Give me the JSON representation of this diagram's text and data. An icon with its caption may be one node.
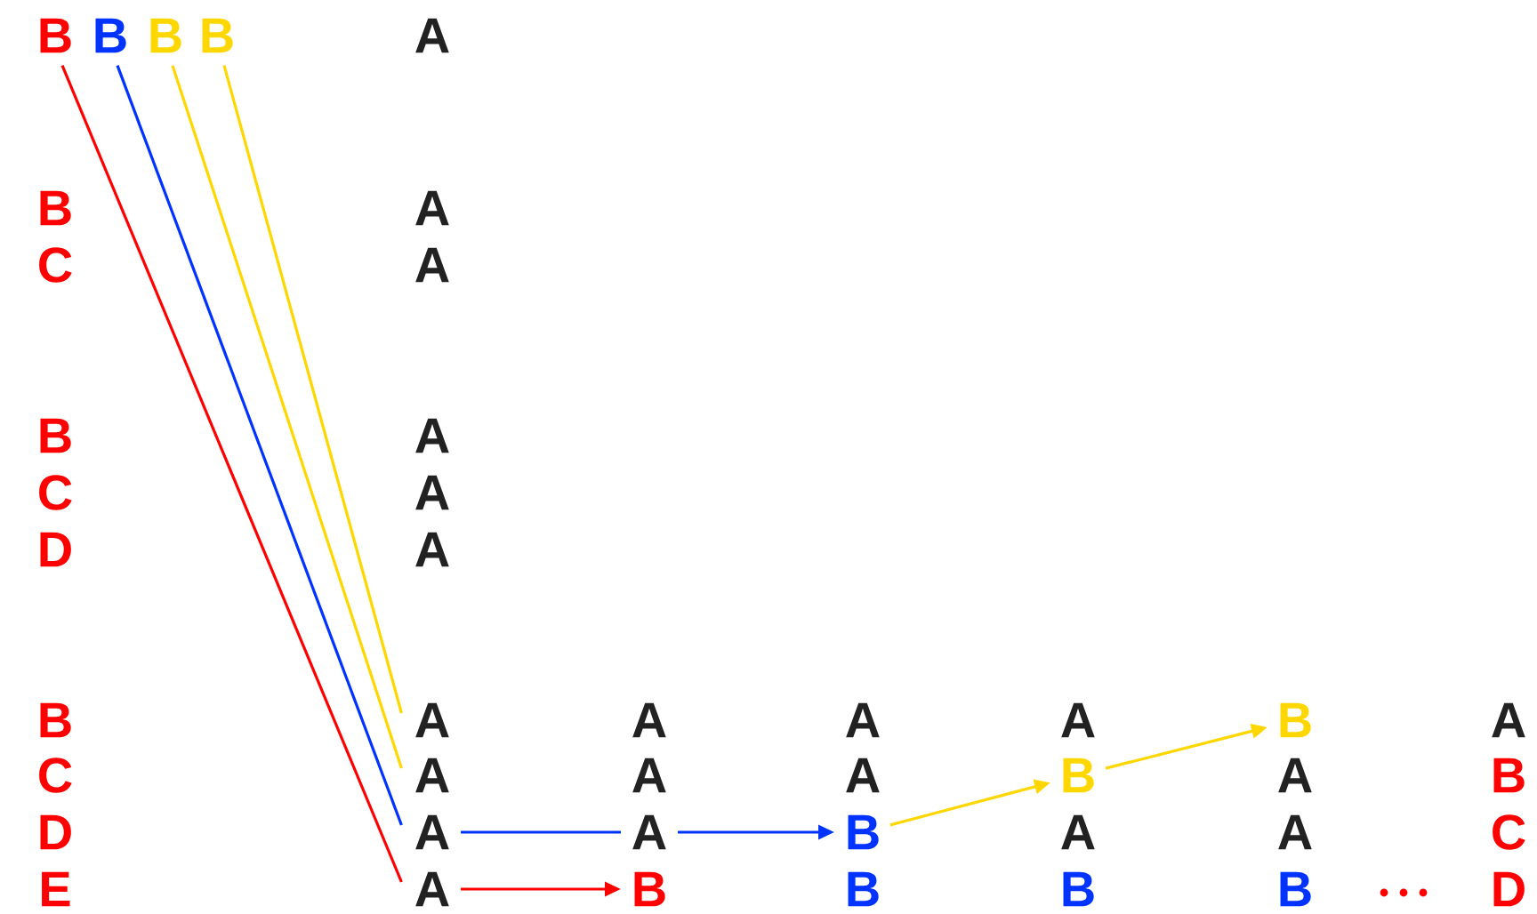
{
  "diagram": {
    "nodes": [
      {
        "text": [
          "B"
        ]
      },
      {
        "text": [
          "B"
        ]
      },
      {
        "text": [
          "B"
        ]
      },
      {
        "text": [
          "B"
        ]
      },
      {
        "text": [
          "A"
        ]
      },
      {
        "text": [
          "A"
        ]
      },
      {
        "text": [
          "A"
        ]
      },
      {
        "text": [
          "A"
        ]
      },
      {
        "text": [
          "A"
        ]
      },
      {
        "text": [
          "B"
        ]
      },
      {
        "text": [
          "B"
        ]
      },
      {
        "text": [
          "B"
        ]
      },
      {
        "text": [
          "B"
        ]
      }
    ],
    "edges": [
      {
        "from": 0,
        "to": 7,
        "arrow": "none",
        "color": "#ff0000"
      },
      {
        "from": 1,
        "to": 6,
        "arrow": "none",
        "color": "#0033ff"
      },
      {
        "from": 2,
        "to": 5,
        "arrow": "none",
        "color": "#ffd700"
      },
      {
        "from": 3,
        "to": 4,
        "arrow": "none",
        "color": "#ffd700"
      },
      {
        "from": 7,
        "to": 9,
        "arrow": "to",
        "color": "#ff0000"
      },
      {
        "from": 6,
        "to": 8,
        "arrow": "none",
        "color": "#0033ff"
      },
      {
        "from": 8,
        "to": 10,
        "arrow": "to",
        "color": "#0033ff"
      },
      {
        "from": 10,
        "to": 11,
        "arrow": "to",
        "color": "#ffd700"
      },
      {
        "from": 11,
        "to": 12,
        "arrow": "to",
        "color": "#ffd700"
      }
    ],
    "labels": [
      "A",
      "B",
      "A",
      "C",
      "A",
      "B",
      "A",
      "C",
      "A",
      "D",
      "A",
      "B",
      "A",
      "A",
      "A",
      "A",
      "C",
      "A",
      "A",
      "A",
      "B",
      "D",
      "A",
      "A",
      "C",
      "E",
      "B",
      "B",
      "B",
      "D"
    ]
  }
}
